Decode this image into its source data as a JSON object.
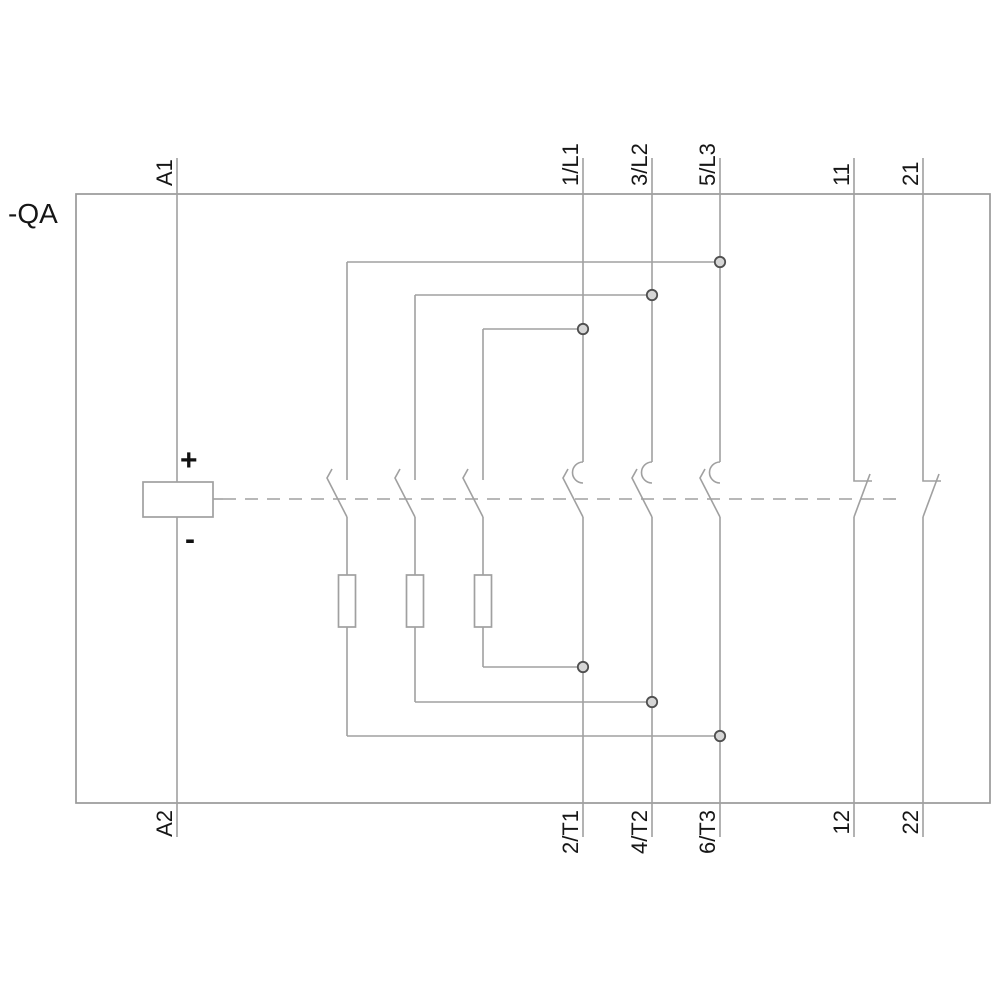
{
  "diagram": {
    "device_label": "-QA",
    "type": "contactor-schematic",
    "coil": {
      "plus": "+",
      "minus": "-"
    },
    "terminals": {
      "top": [
        {
          "id": "A1",
          "label": "A1"
        },
        {
          "id": "1L1",
          "label": "1/L1"
        },
        {
          "id": "3L2",
          "label": "3/L2"
        },
        {
          "id": "5L3",
          "label": "5/L3"
        },
        {
          "id": "11",
          "label": "11"
        },
        {
          "id": "21",
          "label": "21"
        }
      ],
      "bottom": [
        {
          "id": "A2",
          "label": "A2"
        },
        {
          "id": "2T1",
          "label": "2/T1"
        },
        {
          "id": "4T2",
          "label": "4/T2"
        },
        {
          "id": "6T3",
          "label": "6/T3"
        },
        {
          "id": "12",
          "label": "12"
        },
        {
          "id": "22",
          "label": "22"
        }
      ]
    },
    "colors": {
      "wire": "#a0a0a0",
      "boundary": "#999999",
      "label": "#161616",
      "junction_fill": "#d6d6d6",
      "junction_stroke": "#4f4f4f",
      "background": "#ffffff"
    }
  }
}
